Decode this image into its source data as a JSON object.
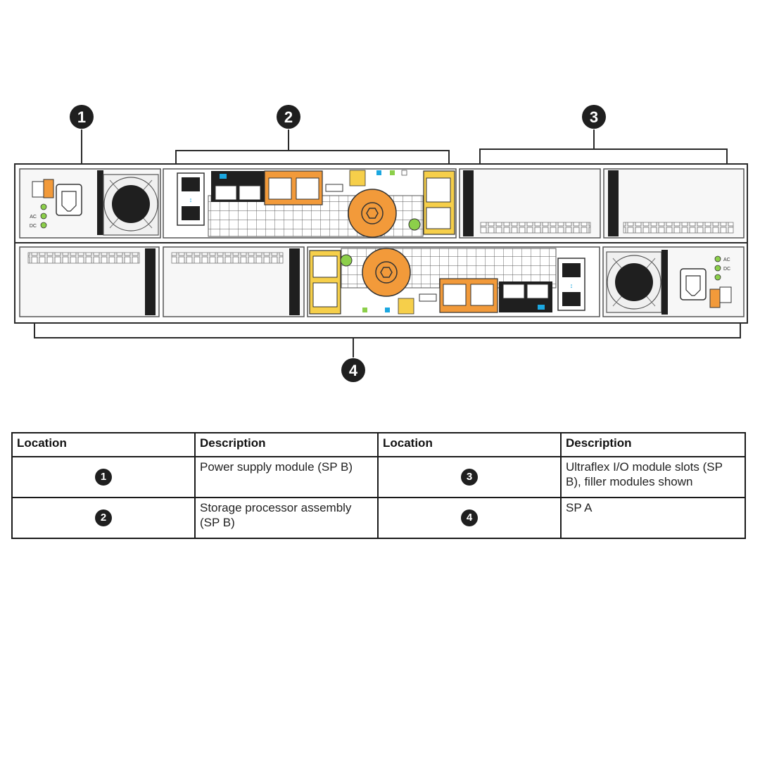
{
  "callouts": [
    "1",
    "2",
    "3",
    "4"
  ],
  "chassis": {
    "panel_glyphs": {
      "psu_ac": "AC",
      "psu_dc": "DC",
      "port_glyph": "↕"
    }
  },
  "table": {
    "headers": [
      "Location",
      "Description",
      "Location",
      "Description"
    ],
    "rows": [
      {
        "left": {
          "location": "1",
          "description": "Power supply module (SP B)"
        },
        "right": {
          "location": "3",
          "description": "Ultraflex I/O module slots (SP B), filler modules shown"
        }
      },
      {
        "left": {
          "location": "2",
          "description": "Storage processor assembly (SP B)"
        },
        "right": {
          "location": "4",
          "description": "SP A"
        }
      }
    ]
  },
  "colors": {
    "accent_orange": "#f29a3a",
    "accent_yellow": "#f6cf4a",
    "accent_blue": "#1ba7e0",
    "accent_green": "#8ccf4a",
    "line": "#2a2a2a"
  }
}
